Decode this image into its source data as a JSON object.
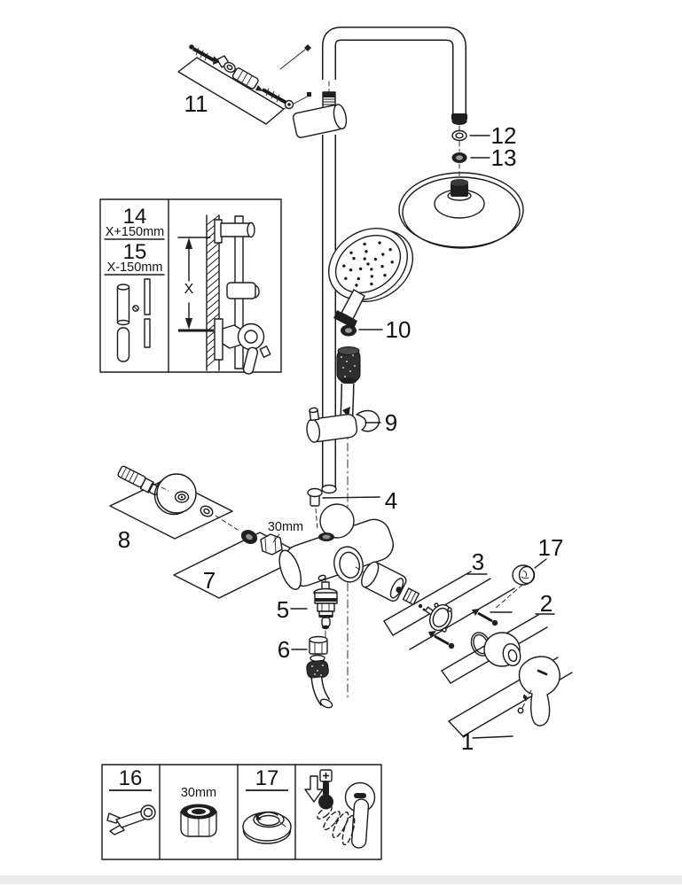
{
  "diagram": {
    "callouts": {
      "c1": "1",
      "c2": "2",
      "c3": "3",
      "c4": "4",
      "c5": "5",
      "c6": "6",
      "c7": "7",
      "c8": "8",
      "c9": "9",
      "c10": "10",
      "c11": "11",
      "c12": "12",
      "c13": "13",
      "c17": "17"
    },
    "annotations": {
      "nut_size": "30mm"
    },
    "inset": {
      "n14": "14",
      "d14": "X+150mm",
      "n15": "15",
      "d15": "X-150mm",
      "x_dim": "X"
    },
    "legend": {
      "n16": "16",
      "nut_size": "30mm",
      "n17": "17",
      "icons": "open-end-wrench, hex-nut-30mm, escutcheon-cap, temperature-limit-lever"
    },
    "colors": {
      "line": "#1a1a1a",
      "background": "#ffffff",
      "footer_strip": "#ececec"
    }
  }
}
